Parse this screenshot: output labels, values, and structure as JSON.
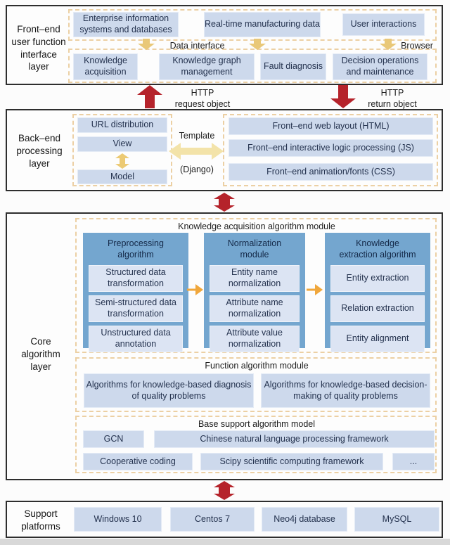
{
  "colors": {
    "box_blue": "#cdd9ec",
    "column_blue": "#74a6cf",
    "inner_blue": "#dce4f3",
    "dashed_border": "#ecd0a4",
    "arrow_red": "#b5232b",
    "arrow_gold": "#e9c878",
    "arrow_pale_yellow": "#f3e3a9",
    "arrow_orange": "#f0a73c"
  },
  "frontend": {
    "label": "Front–end\nuser function\ninterface\nlayer",
    "sources": [
      "Enterprise information systems and databases",
      "Real-time manufacturing data",
      "User interactions"
    ],
    "data_interface_label": "Data interface",
    "browser_label": "Browser",
    "functions": [
      "Knowledge acquisition",
      "Knowledge graph management",
      "Fault diagnosis",
      "Decision operations and maintenance"
    ]
  },
  "http": {
    "request_label": "HTTP\nrequest object",
    "return_label": "HTTP\nreturn object"
  },
  "backend": {
    "label": "Back–end\nprocessing\nlayer",
    "mvc": [
      "URL distribution",
      "View",
      "Model"
    ],
    "template_label": "Template",
    "django_label": "(Django)",
    "frontend_outputs": [
      "Front–end web layout (HTML)",
      "Front–end interactive logic processing (JS)",
      "Front–end animation/fonts (CSS)"
    ]
  },
  "core": {
    "label": "Core\nalgorithm\nlayer",
    "knowledge_module": {
      "title": "Knowledge acquisition algorithm module",
      "columns": [
        {
          "header": "Preprocessing\nalgorithm",
          "items": [
            "Structured data transformation",
            "Semi-structured data transformation",
            "Unstructured data annotation"
          ]
        },
        {
          "header": "Normalization\nmodule",
          "items": [
            "Entity name normalization",
            "Attribute name normalization",
            "Attribute value normalization"
          ]
        },
        {
          "header": "Knowledge\nextraction algorithm",
          "items": [
            "Entity extraction",
            "Relation extraction",
            "Entity alignment"
          ]
        }
      ]
    },
    "function_module": {
      "title": "Function algorithm module",
      "items": [
        "Algorithms for knowledge-based diagnosis of quality problems",
        "Algorithms for knowledge-based decision-making of quality problems"
      ]
    },
    "base_module": {
      "title": "Base support algorithm model",
      "row1": [
        "GCN",
        "Chinese natural language processing framework"
      ],
      "row2": [
        "Cooperative coding",
        "Scipy scientific computing framework",
        "..."
      ]
    }
  },
  "support": {
    "label": "Support\nplatforms",
    "platforms": [
      "Windows 10",
      "Centos 7",
      "Neo4j database",
      "MySQL"
    ]
  }
}
